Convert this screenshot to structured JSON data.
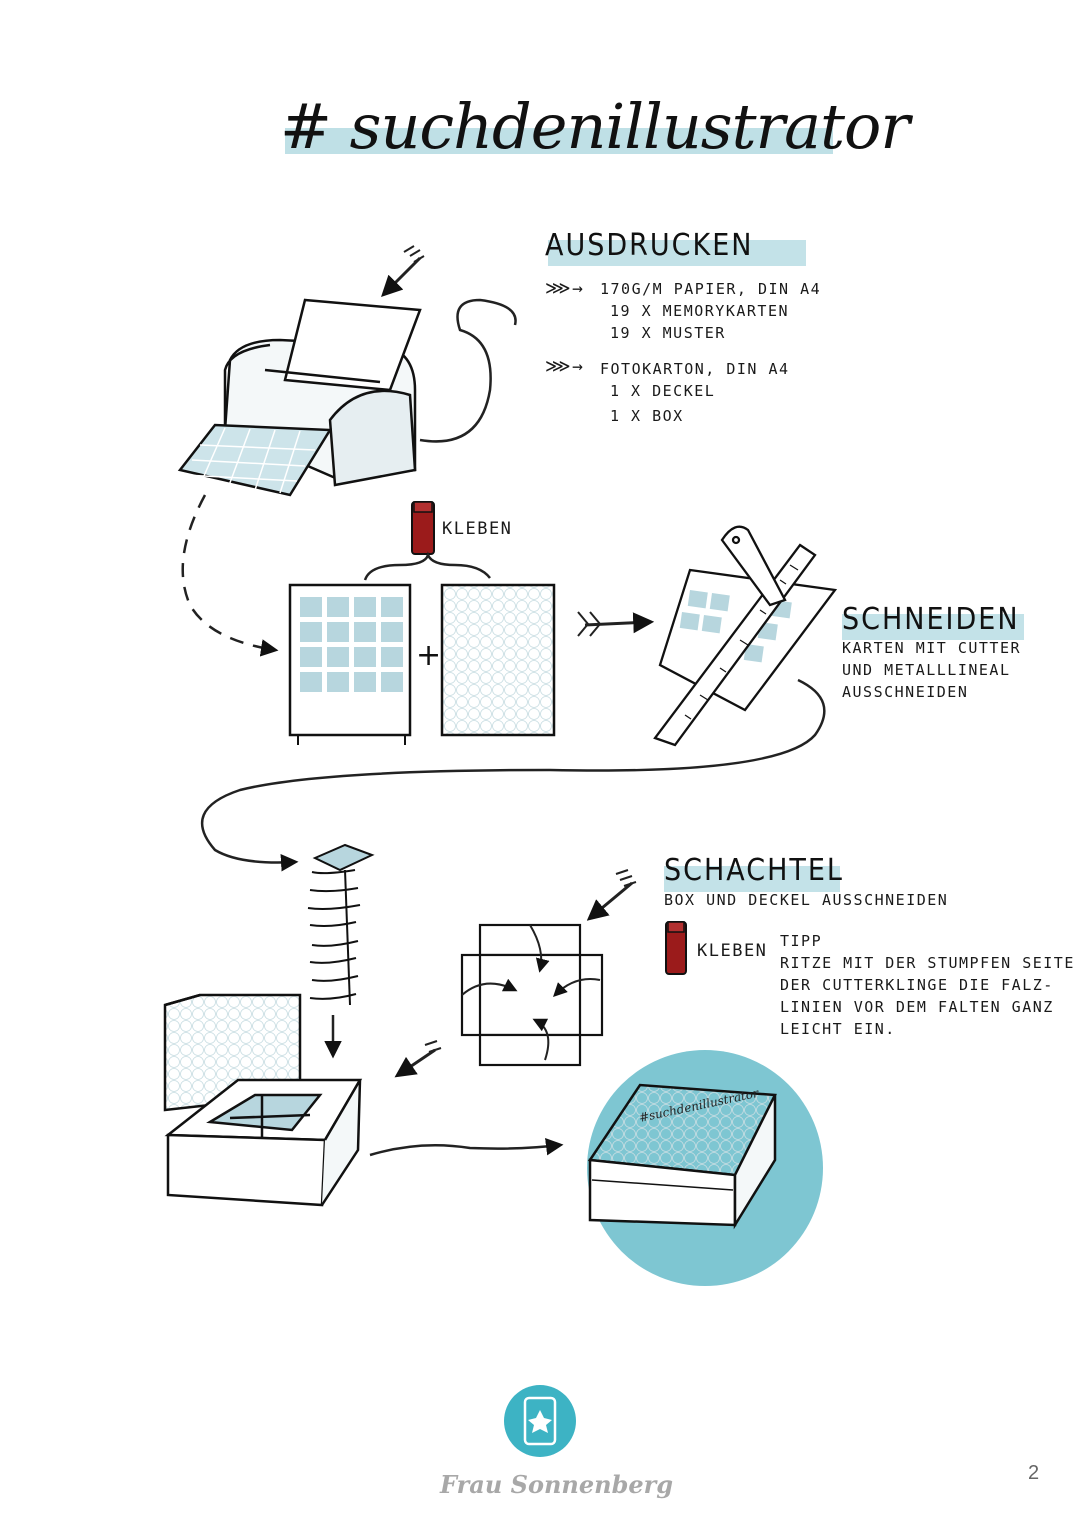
{
  "title": "# suchdenillustrator",
  "steps": {
    "ausdrucken": {
      "heading": "AUSDRUCKEN",
      "items": [
        {
          "line1": "170G/M PAPIER, DIN A4",
          "line2": "19 X MEMORYKARTEN",
          "line3": "19 X MUSTER"
        },
        {
          "line1": "FOTOKARTON, DIN A4",
          "line2": "1 X DECKEL",
          "line3": "1 X BOX"
        }
      ]
    },
    "kleben_label": "KLEBEN",
    "schneiden": {
      "heading": "SCHNEIDEN",
      "lines": [
        "KARTEN MIT CUTTER",
        "UND METALLLINEAL",
        "AUSSCHNEIDEN"
      ]
    },
    "schachtel": {
      "heading": "SCHACHTEL",
      "subline": "BOX UND DECKEL AUSSCHNEIDEN",
      "kleben_label": "KLEBEN",
      "tipp_label": "TIPP",
      "tipp_lines": [
        "RITZE MIT DER STUMPFEN SEITE",
        "DER CUTTERKLINGE DIE FALZ-",
        "LINIEN VOR DEM FALTEN GANZ",
        "LEICHT EIN."
      ]
    }
  },
  "box_lid_text": "#suchdenillustrator",
  "footer": {
    "brand": "Frau Sonnenberg",
    "page_number": "2"
  },
  "colors": {
    "accent": "#bfe0e6",
    "circle": "#7ec6d2",
    "glue": "#9b1b1b",
    "logo": "#3db3c4"
  },
  "icons": [
    "arrow-icon",
    "printer-icon",
    "glue-stick-icon",
    "ruler-icon",
    "cutter-icon",
    "card-stack-icon",
    "box-icon",
    "logo-icon"
  ]
}
